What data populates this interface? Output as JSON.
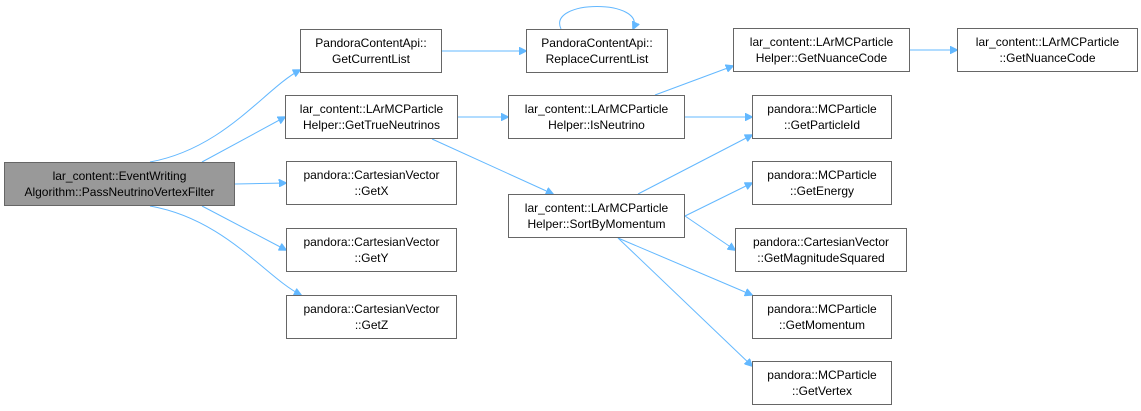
{
  "graph": {
    "nodes": [
      {
        "id": "root",
        "lines": [
          "lar_content::EventWriting",
          "Algorithm::PassNeutrinoVertexFilter"
        ],
        "root": true
      },
      {
        "id": "getcurrentlist",
        "lines": [
          "PandoraContentApi::",
          "GetCurrentList"
        ]
      },
      {
        "id": "replacecurrentlist",
        "lines": [
          "PandoraContentApi::",
          "ReplaceCurrentList"
        ]
      },
      {
        "id": "gettrueneutrinos",
        "lines": [
          "lar_content::LArMCParticle",
          "Helper::GetTrueNeutrinos"
        ]
      },
      {
        "id": "getx",
        "lines": [
          "pandora::CartesianVector",
          "::GetX"
        ]
      },
      {
        "id": "gety",
        "lines": [
          "pandora::CartesianVector",
          "::GetY"
        ]
      },
      {
        "id": "getz",
        "lines": [
          "pandora::CartesianVector",
          "::GetZ"
        ]
      },
      {
        "id": "isneutrino",
        "lines": [
          "lar_content::LArMCParticle",
          "Helper::IsNeutrino"
        ]
      },
      {
        "id": "sortbymomentum",
        "lines": [
          "lar_content::LArMCParticle",
          "Helper::SortByMomentum"
        ]
      },
      {
        "id": "helper-getnuancecode",
        "lines": [
          "lar_content::LArMCParticle",
          "Helper::GetNuanceCode"
        ]
      },
      {
        "id": "getparticleid",
        "lines": [
          "pandora::MCParticle",
          "::GetParticleId"
        ]
      },
      {
        "id": "getenergy",
        "lines": [
          "pandora::MCParticle",
          "::GetEnergy"
        ]
      },
      {
        "id": "getmagnitudesquared",
        "lines": [
          "pandora::CartesianVector",
          "::GetMagnitudeSquared"
        ]
      },
      {
        "id": "getmomentum",
        "lines": [
          "pandora::MCParticle",
          "::GetMomentum"
        ]
      },
      {
        "id": "getvertex",
        "lines": [
          "pandora::MCParticle",
          "::GetVertex"
        ]
      },
      {
        "id": "lar-getnuancecode",
        "lines": [
          "lar_content::LArMCParticle",
          "::GetNuanceCode"
        ]
      }
    ],
    "edges": [
      {
        "from": "root",
        "to": "getcurrentlist"
      },
      {
        "from": "root",
        "to": "gettrueneutrinos"
      },
      {
        "from": "root",
        "to": "getx"
      },
      {
        "from": "root",
        "to": "gety"
      },
      {
        "from": "root",
        "to": "getz"
      },
      {
        "from": "getcurrentlist",
        "to": "replacecurrentlist"
      },
      {
        "from": "replacecurrentlist",
        "to": "replacecurrentlist"
      },
      {
        "from": "gettrueneutrinos",
        "to": "isneutrino"
      },
      {
        "from": "gettrueneutrinos",
        "to": "sortbymomentum"
      },
      {
        "from": "isneutrino",
        "to": "helper-getnuancecode"
      },
      {
        "from": "isneutrino",
        "to": "getparticleid"
      },
      {
        "from": "helper-getnuancecode",
        "to": "lar-getnuancecode"
      },
      {
        "from": "sortbymomentum",
        "to": "getparticleid"
      },
      {
        "from": "sortbymomentum",
        "to": "getenergy"
      },
      {
        "from": "sortbymomentum",
        "to": "getmagnitudesquared"
      },
      {
        "from": "sortbymomentum",
        "to": "getmomentum"
      },
      {
        "from": "sortbymomentum",
        "to": "getvertex"
      }
    ]
  },
  "colors": {
    "edge": "#63b8ff",
    "node_border": "#666666",
    "node_fill": "#ffffff",
    "root_fill": "#999999",
    "text": "#000000"
  }
}
